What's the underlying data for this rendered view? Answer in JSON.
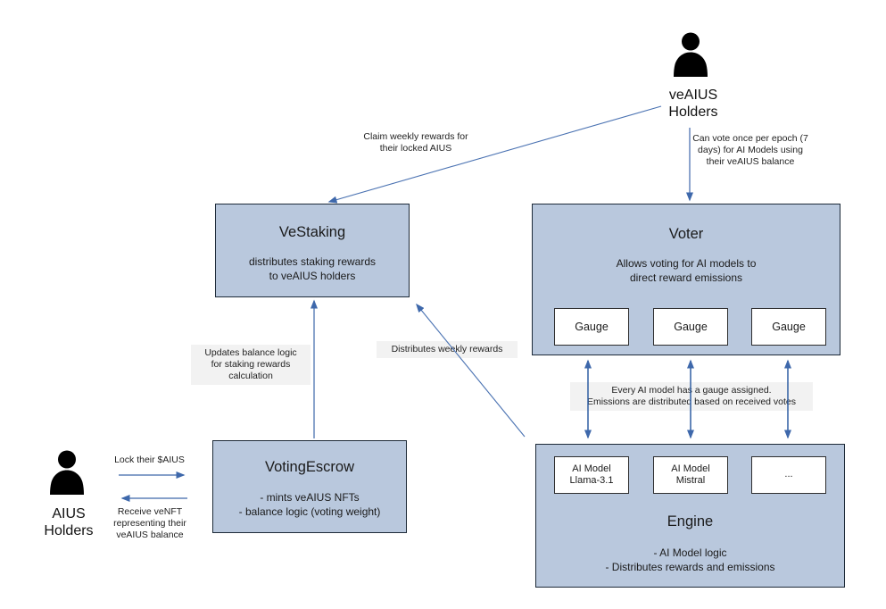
{
  "actors": {
    "veaius": {
      "label": "veAIUS\nHolders",
      "icon": "person-icon"
    },
    "aius": {
      "label": "AIUS\nHolders",
      "icon": "person-icon"
    }
  },
  "boxes": {
    "vestaking": {
      "title": "VeStaking",
      "body": "distributes staking rewards\nto veAIUS holders"
    },
    "voter": {
      "title": "Voter",
      "body": "Allows voting for AI models to\ndirect reward emissions",
      "gauges": [
        "Gauge",
        "Gauge",
        "Gauge"
      ]
    },
    "votingescrow": {
      "title": "VotingEscrow",
      "body": "- mints veAIUS NFTs\n- balance logic (voting weight)"
    },
    "engine": {
      "title": "Engine",
      "body": "- AI Model logic\n- Distributes rewards and emissions",
      "models": [
        "AI Model\nLlama-3.1",
        "AI Model\nMistral",
        "..."
      ]
    }
  },
  "edge_labels": {
    "claim_rewards": "Claim weekly rewards for\ntheir locked AIUS",
    "vote_per_epoch": "Can vote once per epoch (7\ndays)  for AI Models using\ntheir veAIUS balance",
    "updates_balance": "Updates balance logic\nfor staking rewards\ncalculation",
    "distributes_weekly": "Distributes weekly rewards",
    "gauge_assignment": "Every AI model has a gauge assigned.\nEmissions are distributed based on received votes",
    "lock_aius": "Lock their $AIUS",
    "receive_venft": "Receive veNFT\nrepresenting their\nveAIUS balance"
  },
  "colors": {
    "box_fill": "#b9c8dd",
    "box_border": "#1d2a38",
    "inner_box_fill": "#ffffff",
    "arrow": "#3e68ab",
    "label_bg": "#f2f2f2",
    "text": "#1a1a1a"
  }
}
